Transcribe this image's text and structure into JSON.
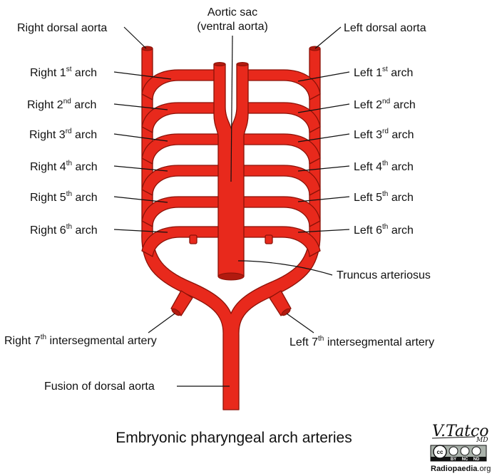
{
  "labels": {
    "right_dorsal_aorta": "Right dorsal aorta",
    "aortic_sac_line1": "Aortic sac",
    "aortic_sac_line2": "(ventral aorta)",
    "left_dorsal_aorta": "Left dorsal aorta",
    "right_1_main": "Right 1",
    "right_1_sup": "st",
    "right_1_end": " arch",
    "right_2_main": "Right 2",
    "right_2_sup": "nd",
    "right_2_end": " arch",
    "right_3_main": "Right 3",
    "right_3_sup": "rd",
    "right_3_end": " arch",
    "right_4_main": "Right 4",
    "right_4_sup": "th",
    "right_4_end": " arch",
    "right_5_main": "Right 5",
    "right_5_sup": "th",
    "right_5_end": " arch",
    "right_6_main": "Right 6",
    "right_6_sup": "th",
    "right_6_end": " arch",
    "left_1_main": "Left 1",
    "left_1_sup": "st",
    "left_1_end": " arch",
    "left_2_main": "Left 2",
    "left_2_sup": "nd",
    "left_2_end": " arch",
    "left_3_main": "Left 3",
    "left_3_sup": "rd",
    "left_3_end": " arch",
    "left_4_main": "Left 4",
    "left_4_sup": "th",
    "left_4_end": " arch",
    "left_5_main": "Left 5",
    "left_5_sup": "th",
    "left_5_end": " arch",
    "left_6_main": "Left 6",
    "left_6_sup": "th",
    "left_6_end": " arch",
    "truncus_arteriosus": "Truncus arteriosus",
    "right_7_main": "Right 7",
    "right_7_sup": "th",
    "right_7_end": " intersegmental artery",
    "left_7_main": "Left 7",
    "left_7_sup": "th",
    "left_7_end": " intersegmental artery",
    "fusion_dorsal_aorta": "Fusion of dorsal aorta"
  },
  "title": "Embryonic pharyngeal arch arteries",
  "credit": {
    "author_signature": "V.Tatco",
    "author_suffix": "MD",
    "site": "Radiopaedia",
    "site_tld": ".org",
    "license_by": "BY",
    "license_nc": "NC",
    "license_nd": "ND"
  },
  "colors": {
    "artery": "#e8291c",
    "artery_edge": "#8a1208",
    "artery_dark": "#b11a0f",
    "text": "#111111"
  }
}
